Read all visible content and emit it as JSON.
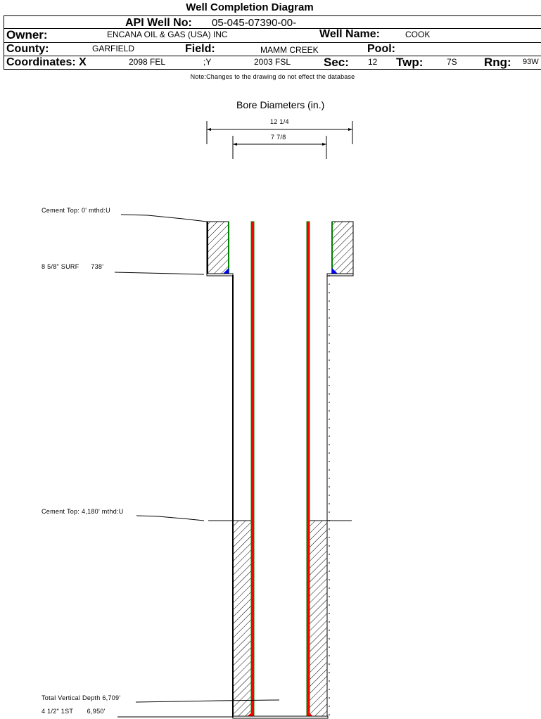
{
  "header": {
    "title": "Well Completion Diagram",
    "api_label": "API Well No:",
    "api_value": "05-045-07390-00-",
    "owner_label": "Owner:",
    "owner_value": "ENCANA OIL & GAS (USA) INC",
    "well_name_label": "Well Name:",
    "well_name_value": "COOK",
    "county_label": "County:",
    "county_value": "GARFIELD",
    "field_label": "Field:",
    "field_value": "MAMM CREEK",
    "pool_label": "Pool:",
    "pool_value": "",
    "coord_label": "Coordinates: X",
    "coord_x_value": "2098 FEL",
    "coord_y_label": ";Y",
    "coord_y_value": "2003 FSL",
    "sec_label": "Sec:",
    "sec_value": "12",
    "twp_label": "Twp:",
    "twp_value": "7S",
    "rng_label": "Rng:",
    "rng_value": "93W",
    "note": "Note:Changes to the drawing do not effect the database"
  },
  "diagram": {
    "bore_title": "Bore Diameters (in.)",
    "bore_diameters": [
      "12 1/4",
      "7 7/8"
    ],
    "annotations": {
      "cement_top_surface": "Cement Top: 0' mthd:U",
      "surface_casing": "8 5/8\" SURF      738'",
      "cement_top_production": "Cement Top: 4,180' mthd:U",
      "total_vertical_depth": "Total Vertical Depth 6,709'",
      "production_casing": "4 1/2\" 1ST       6,950'"
    },
    "colors": {
      "cement_shoe_surface": "#0000ff",
      "casing_production": "#ff0000",
      "casing_production_outline": "#008000",
      "casing_surface_outline": "#008000"
    }
  }
}
